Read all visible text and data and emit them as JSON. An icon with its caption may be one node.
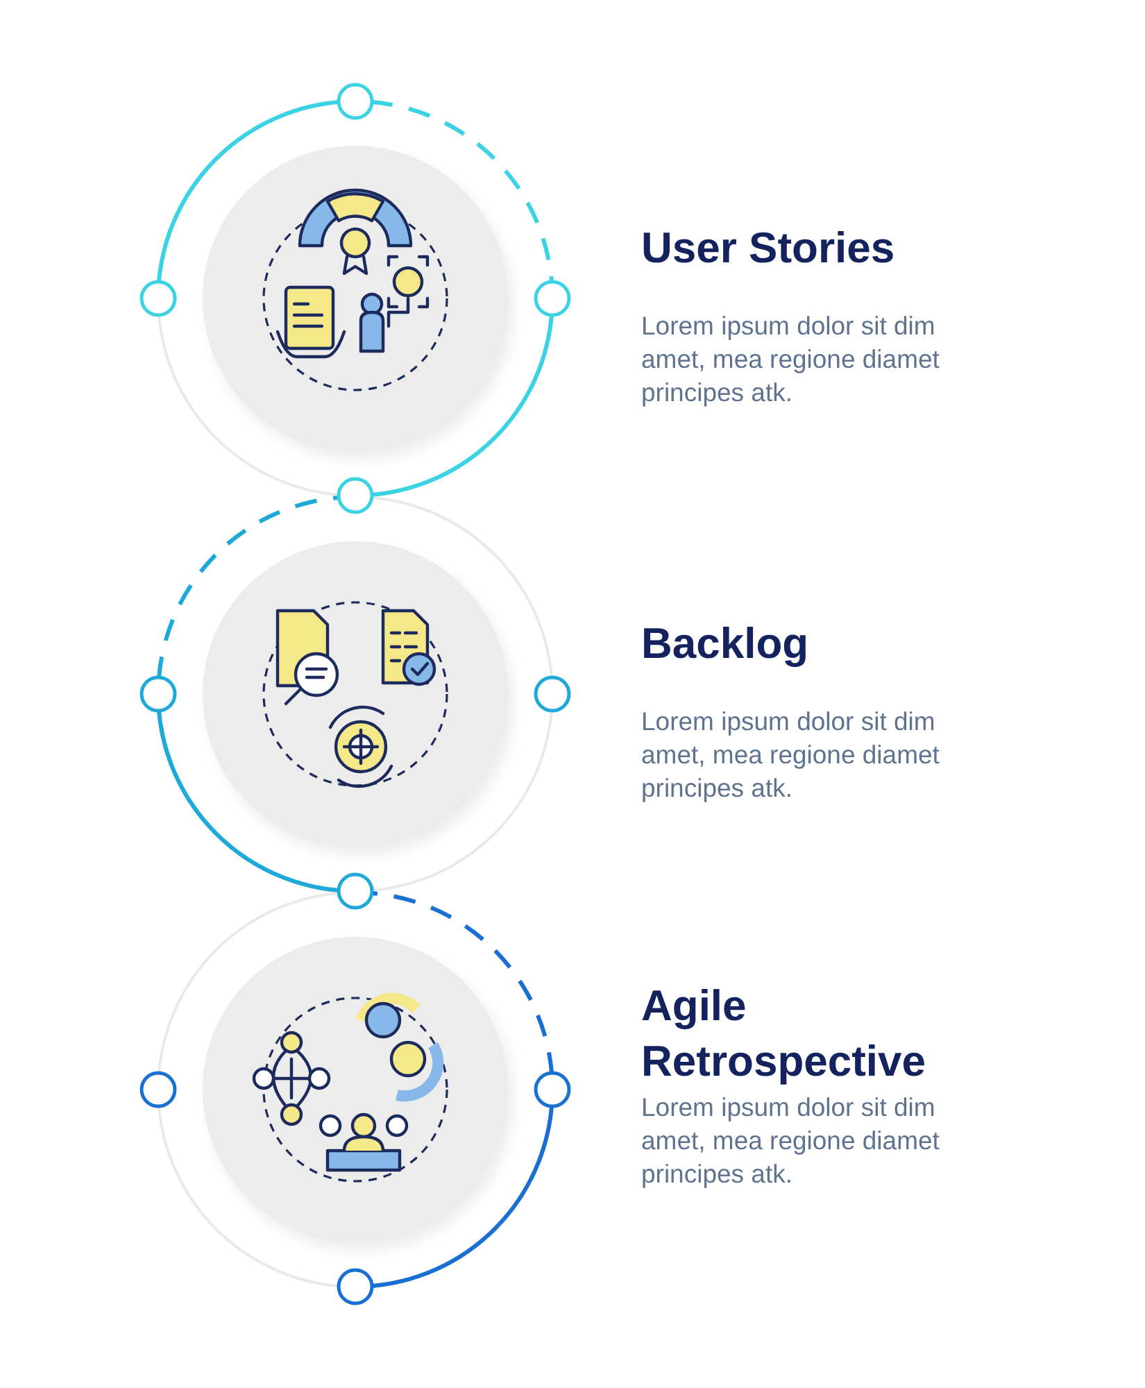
{
  "diagram": {
    "nodes": [
      {
        "text": [],
        "shape": "circle"
      },
      {
        "text": [],
        "shape": "circle"
      },
      {
        "text": [],
        "shape": "circle"
      }
    ],
    "labels": [
      "User Stories",
      "Lorem ipsum dolor sit dim amet, mea regione diamet principes atk.",
      "Backlog",
      "Lorem ipsum dolor sit dim amet, mea regione diamet principes atk.",
      "Agile Retrospective",
      "Lorem ipsum dolor sit dim amet, mea regione diamet principes atk."
    ]
  }
}
